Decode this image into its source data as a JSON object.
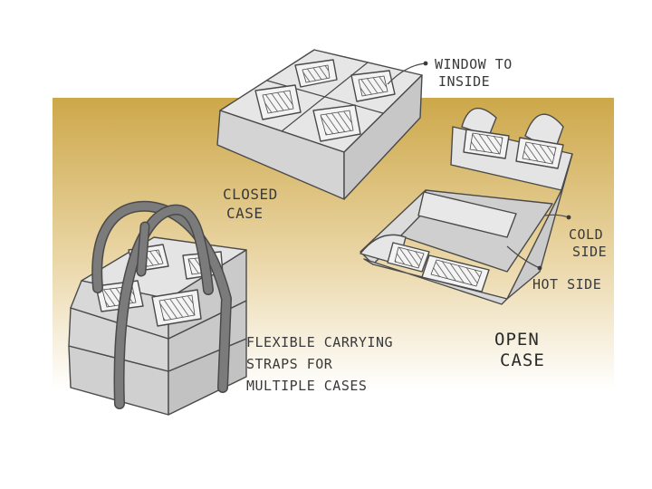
{
  "colors": {
    "band_top": "#cda84a",
    "band_bottom": "#ffffff",
    "case_top": "#e6e6e6",
    "case_side": "#cfcfcf",
    "case_front": "#d9d9d9",
    "outline": "#4a4a4a",
    "strap": "#7b7b7b",
    "window_bg": "#f3f3f3"
  },
  "labels": {
    "window_line1": "WINDOW TO",
    "window_line2": "INSIDE",
    "closed_line1": "CLOSED",
    "closed_line2": "CASE",
    "cold_line1": "COLD",
    "cold_line2": "SIDE",
    "hot": "HOT SIDE",
    "straps_line1": "FLEXIBLE CARRYING",
    "straps_line2": "STRAPS FOR",
    "straps_line3": "MULTIPLE CASES",
    "open_line1": "OPEN",
    "open_line2": "CASE"
  }
}
